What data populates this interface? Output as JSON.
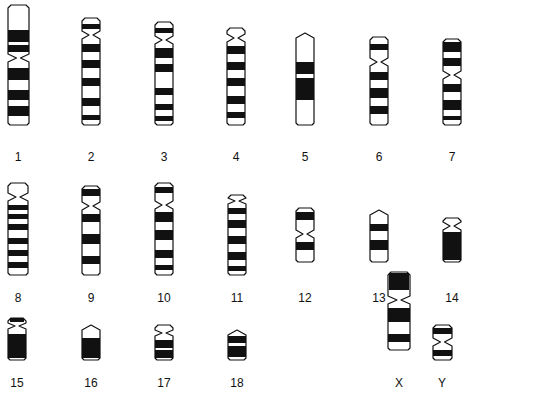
{
  "diagram": {
    "labels": [
      "1",
      "2",
      "3",
      "4",
      "5",
      "6",
      "7",
      "8",
      "9",
      "10",
      "11",
      "12",
      "13",
      "14",
      "15",
      "16",
      "17",
      "18",
      "X",
      "Y"
    ]
  }
}
